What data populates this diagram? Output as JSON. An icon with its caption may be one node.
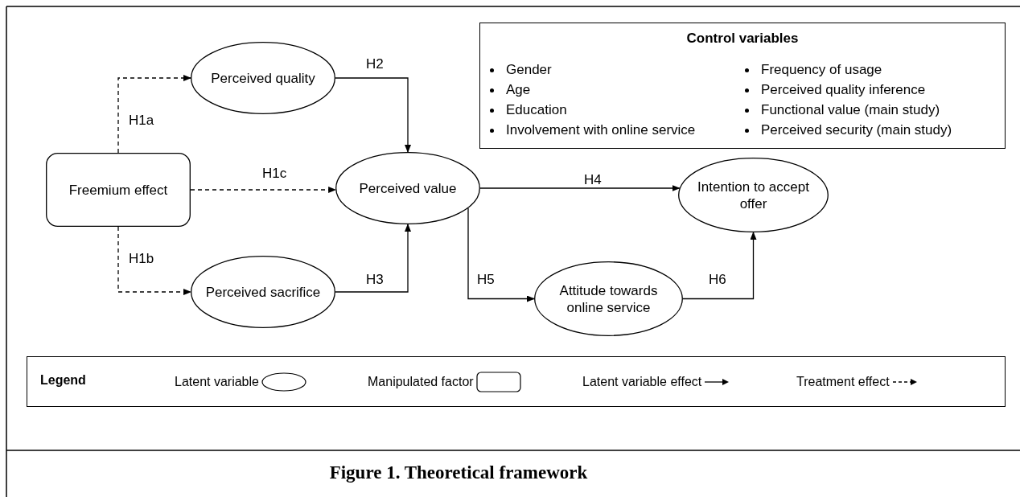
{
  "diagram": {
    "caption": "Figure 1. Theoretical framework",
    "nodes": [
      {
        "text": [
          "Freemium effect"
        ]
      },
      {
        "text": [
          "Perceived quality"
        ]
      },
      {
        "text": [
          "Perceived value"
        ]
      },
      {
        "text": [
          "Perceived sacrifice"
        ]
      },
      {
        "text": [
          "Intention to accept offer"
        ]
      },
      {
        "text": [
          "Attitude towards online service"
        ]
      },
      {
        "text": [
          "Control variables",
          "Gender",
          "Age",
          "Education",
          "Involvement with online service",
          "Frequency of usage",
          "Perceived quality inference",
          "Functional value (main study)",
          "Perceived security (main study)"
        ]
      }
    ],
    "edges": [
      {
        "from": 0,
        "to": 1,
        "arrow": "to",
        "label": "H1a",
        "style": "dashed"
      },
      {
        "from": 0,
        "to": 3,
        "arrow": "to",
        "label": "H1b",
        "style": "dashed"
      },
      {
        "from": 0,
        "to": 2,
        "arrow": "to",
        "label": "H1c",
        "style": "dashed"
      },
      {
        "from": 1,
        "to": 2,
        "arrow": "to",
        "label": "H2"
      },
      {
        "from": 3,
        "to": 2,
        "arrow": "to",
        "label": "H3"
      },
      {
        "from": 2,
        "to": 4,
        "arrow": "to",
        "label": "H4"
      },
      {
        "from": 2,
        "to": 5,
        "arrow": "to",
        "label": "H5"
      },
      {
        "from": 5,
        "to": 4,
        "arrow": "to",
        "label": "H6"
      }
    ],
    "labels": [
      "Legend"
    ],
    "legend": [
      {
        "text": "Latent variable"
      },
      {
        "text": "Manipulated factor"
      },
      {
        "text": "Latent variable effect"
      },
      {
        "text": "Treatment effect"
      }
    ]
  }
}
